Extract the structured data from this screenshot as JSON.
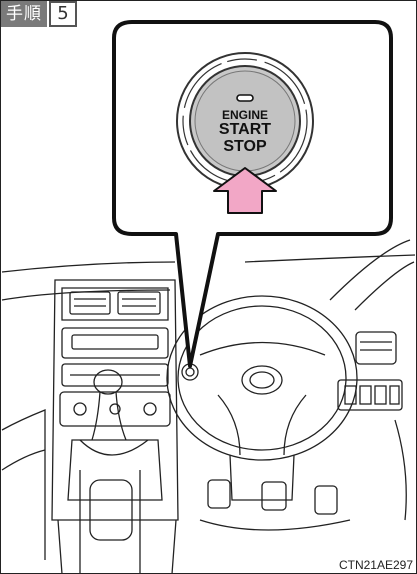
{
  "step": {
    "label": "手順",
    "number": "5"
  },
  "button": {
    "line1": "ENGINE",
    "line2": "START",
    "line3": "STOP"
  },
  "caption": "CTN21AE297"
}
